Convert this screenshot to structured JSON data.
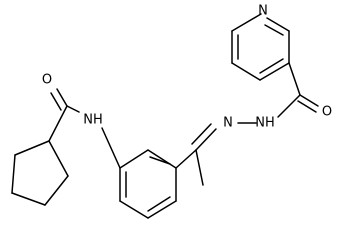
{
  "molecule": {
    "atoms": {
      "pyridine_n": {
        "symbol": "N"
      },
      "carbonyl_o_top": {
        "symbol": "O"
      },
      "hydrazide_nh": {
        "symbol": "NH"
      },
      "hydrazone_n": {
        "symbol": "N"
      },
      "carbonyl_o_left": {
        "symbol": "O"
      },
      "amide_nh": {
        "symbol": "NH"
      }
    },
    "bond_color": "#000000",
    "background": "#ffffff"
  }
}
